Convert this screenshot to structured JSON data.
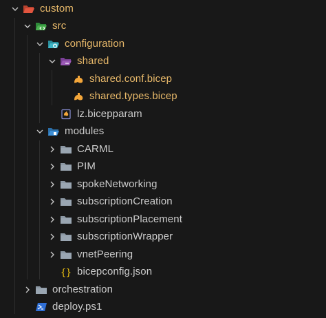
{
  "tree": {
    "items": [
      {
        "label": "custom",
        "kind": "folder-open-red",
        "expanded": true
      },
      {
        "label": "src",
        "kind": "folder-open-green",
        "expanded": true
      },
      {
        "label": "configuration",
        "kind": "folder-open-teal",
        "expanded": true
      },
      {
        "label": "shared",
        "kind": "folder-open-purple",
        "expanded": true
      },
      {
        "label": "shared.conf.bicep",
        "kind": "bicep-file"
      },
      {
        "label": "shared.types.bicep",
        "kind": "bicep-file"
      },
      {
        "label": "lz.bicepparam",
        "kind": "bicepparam-file"
      },
      {
        "label": "modules",
        "kind": "folder-open-blue",
        "expanded": true
      },
      {
        "label": "CARML",
        "kind": "folder-closed",
        "expanded": false
      },
      {
        "label": "PIM",
        "kind": "folder-closed",
        "expanded": false
      },
      {
        "label": "spokeNetworking",
        "kind": "folder-closed",
        "expanded": false
      },
      {
        "label": "subscriptionCreation",
        "kind": "folder-closed",
        "expanded": false
      },
      {
        "label": "subscriptionPlacement",
        "kind": "folder-closed",
        "expanded": false
      },
      {
        "label": "subscriptionWrapper",
        "kind": "folder-closed",
        "expanded": false
      },
      {
        "label": "vnetPeering",
        "kind": "folder-closed",
        "expanded": false
      },
      {
        "label": "bicepconfig.json",
        "kind": "json-file"
      },
      {
        "label": "orchestration",
        "kind": "folder-closed",
        "expanded": false
      },
      {
        "label": "deploy.ps1",
        "kind": "powershell-file"
      }
    ]
  },
  "colors": {
    "background": "#181818",
    "text": "#cccccc",
    "modified_text": "#e8b96a",
    "chevron": "#c5c5c5",
    "folder_red": "#e2553f",
    "folder_green": "#4caf50",
    "folder_teal": "#3fb6c7",
    "folder_purple": "#9b59b6",
    "folder_blue": "#3d8fd6",
    "folder_closed": "#8c98a4",
    "bicep_icon": "#f3a63a",
    "json_icon": "#f1c40f",
    "powershell_icon": "#2f6fd6"
  }
}
